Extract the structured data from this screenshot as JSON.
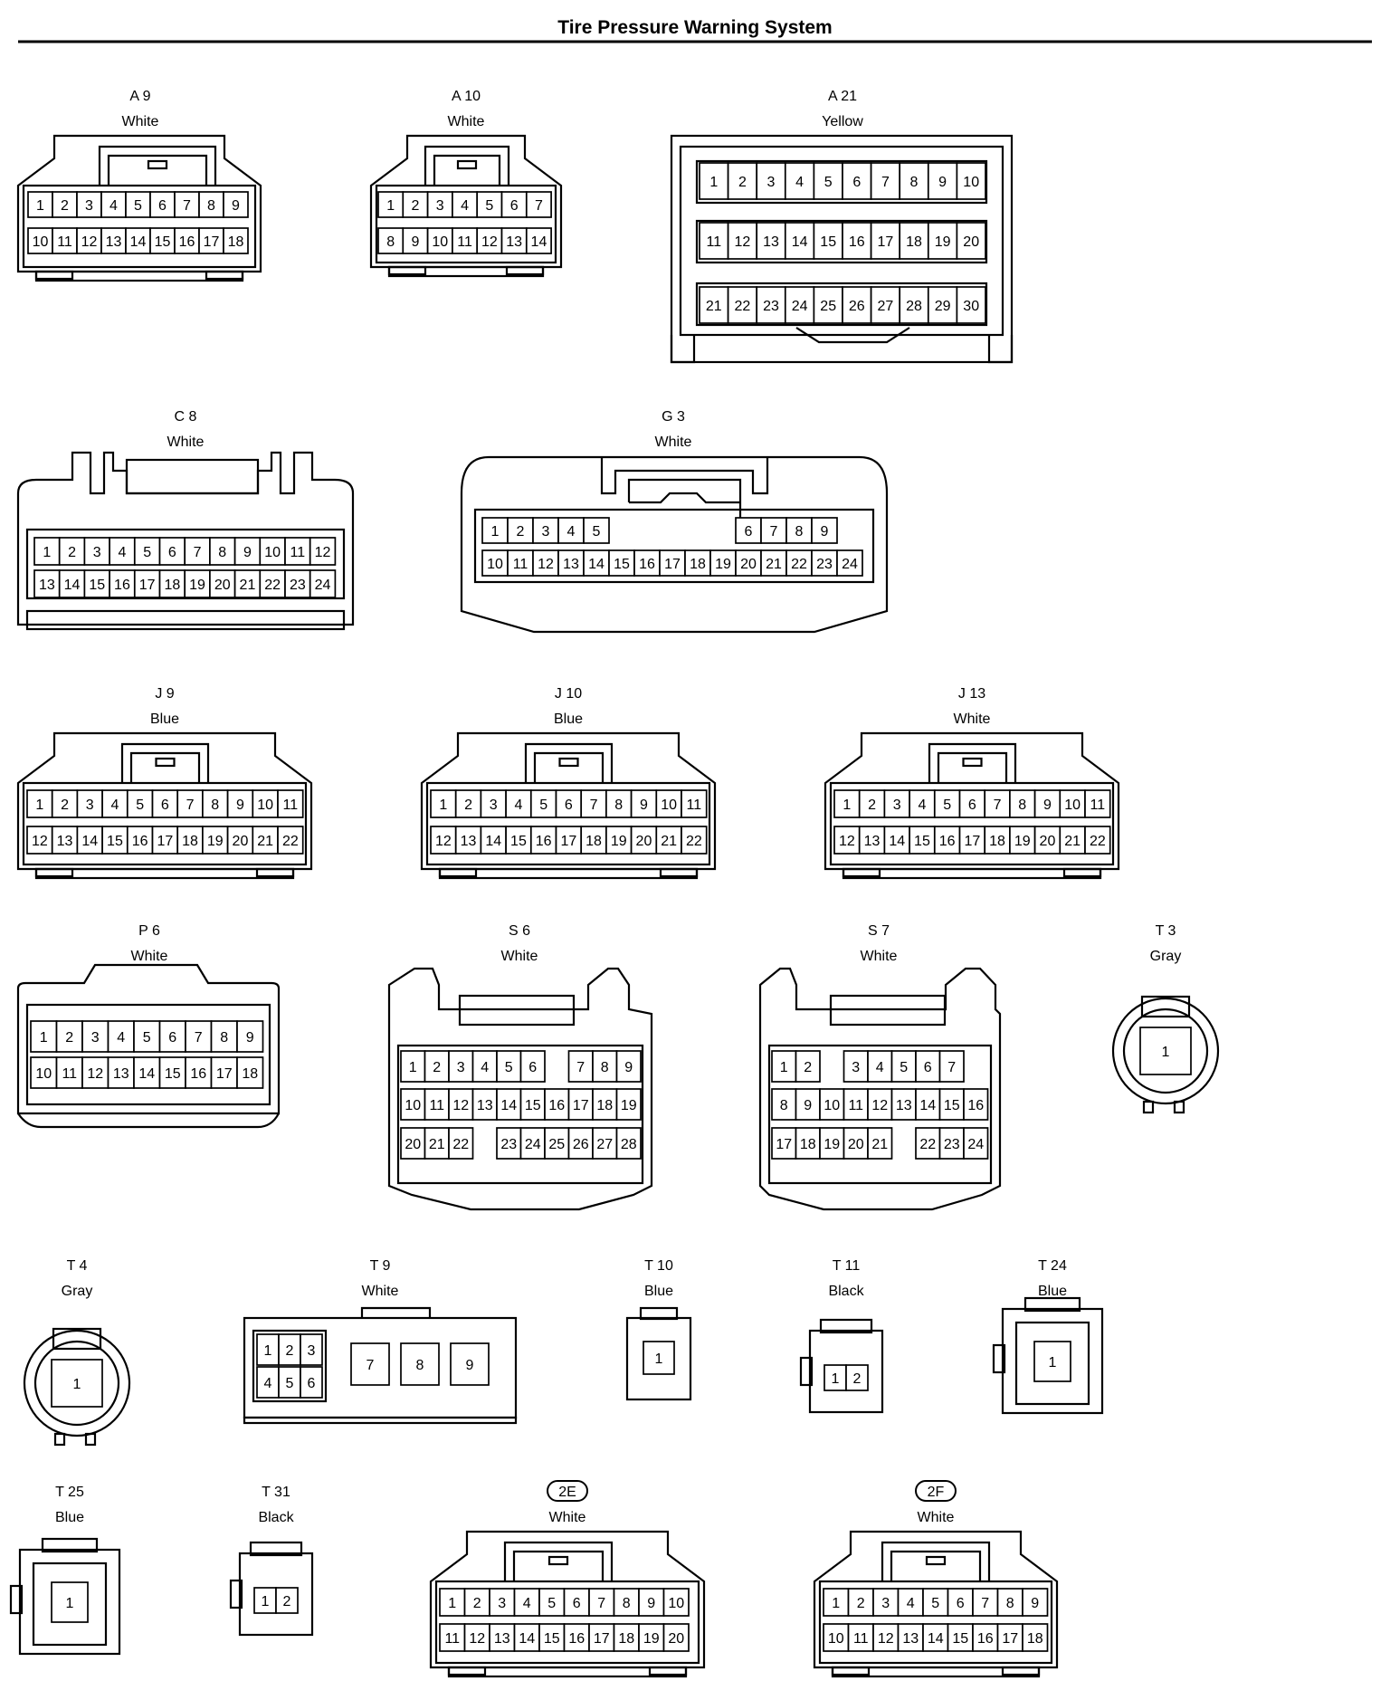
{
  "title": "Tire Pressure Warning System",
  "connectors": [
    {
      "id": "A9",
      "code": "A 9",
      "color": "White",
      "badge": false,
      "rows": [
        [
          "1",
          "2",
          "3",
          "4",
          "5",
          "6",
          "7",
          "8",
          "9"
        ],
        [
          "10",
          "11",
          "12",
          "13",
          "14",
          "15",
          "16",
          "17",
          "18"
        ]
      ]
    },
    {
      "id": "A10",
      "code": "A 10",
      "color": "White",
      "badge": false,
      "rows": [
        [
          "1",
          "2",
          "3",
          "4",
          "5",
          "6",
          "7"
        ],
        [
          "8",
          "9",
          "10",
          "11",
          "12",
          "13",
          "14"
        ]
      ]
    },
    {
      "id": "A21",
      "code": "A 21",
      "color": "Yellow",
      "badge": false,
      "rows": [
        [
          "1",
          "2",
          "3",
          "4",
          "5",
          "6",
          "7",
          "8",
          "9",
          "10"
        ],
        [
          "11",
          "12",
          "13",
          "14",
          "15",
          "16",
          "17",
          "18",
          "19",
          "20"
        ],
        [
          "21",
          "22",
          "23",
          "24",
          "25",
          "26",
          "27",
          "28",
          "29",
          "30"
        ]
      ]
    },
    {
      "id": "C8",
      "code": "C 8",
      "color": "White",
      "badge": false,
      "rows": [
        [
          "1",
          "2",
          "3",
          "4",
          "5",
          "6",
          "7",
          "8",
          "9",
          "10",
          "11",
          "12"
        ],
        [
          "13",
          "14",
          "15",
          "16",
          "17",
          "18",
          "19",
          "20",
          "21",
          "22",
          "23",
          "24"
        ]
      ]
    },
    {
      "id": "G3",
      "code": "G 3",
      "color": "White",
      "badge": false,
      "rows": [
        [
          "1",
          "2",
          "3",
          "4",
          "5",
          "",
          "",
          "",
          "",
          "",
          "6",
          "7",
          "8",
          "9"
        ],
        [
          "10",
          "11",
          "12",
          "13",
          "14",
          "15",
          "16",
          "17",
          "18",
          "19",
          "20",
          "21",
          "22",
          "23",
          "24"
        ]
      ]
    },
    {
      "id": "J9",
      "code": "J 9",
      "color": "Blue",
      "badge": false,
      "rows": [
        [
          "1",
          "2",
          "3",
          "4",
          "5",
          "6",
          "7",
          "8",
          "9",
          "10",
          "11"
        ],
        [
          "12",
          "13",
          "14",
          "15",
          "16",
          "17",
          "18",
          "19",
          "20",
          "21",
          "22"
        ]
      ]
    },
    {
      "id": "J10",
      "code": "J 10",
      "color": "Blue",
      "badge": false,
      "rows": [
        [
          "1",
          "2",
          "3",
          "4",
          "5",
          "6",
          "7",
          "8",
          "9",
          "10",
          "11"
        ],
        [
          "12",
          "13",
          "14",
          "15",
          "16",
          "17",
          "18",
          "19",
          "20",
          "21",
          "22"
        ]
      ]
    },
    {
      "id": "J13",
      "code": "J 13",
      "color": "White",
      "badge": false,
      "rows": [
        [
          "1",
          "2",
          "3",
          "4",
          "5",
          "6",
          "7",
          "8",
          "9",
          "10",
          "11"
        ],
        [
          "12",
          "13",
          "14",
          "15",
          "16",
          "17",
          "18",
          "19",
          "20",
          "21",
          "22"
        ]
      ]
    },
    {
      "id": "P6",
      "code": "P 6",
      "color": "White",
      "badge": false,
      "rows": [
        [
          "1",
          "2",
          "3",
          "4",
          "5",
          "6",
          "7",
          "8",
          "9"
        ],
        [
          "10",
          "11",
          "12",
          "13",
          "14",
          "15",
          "16",
          "17",
          "18"
        ]
      ]
    },
    {
      "id": "S6",
      "code": "S 6",
      "color": "White",
      "badge": false,
      "rows": [
        [
          "1",
          "2",
          "3",
          "4",
          "5",
          "6",
          "",
          "7",
          "8",
          "9"
        ],
        [
          "10",
          "11",
          "12",
          "13",
          "14",
          "15",
          "16",
          "17",
          "18",
          "19"
        ],
        [
          "20",
          "21",
          "22",
          "",
          "23",
          "24",
          "25",
          "26",
          "27",
          "28"
        ]
      ]
    },
    {
      "id": "S7",
      "code": "S 7",
      "color": "White",
      "badge": false,
      "rows": [
        [
          "1",
          "2",
          "",
          "3",
          "4",
          "5",
          "6",
          "7"
        ],
        [
          "8",
          "9",
          "10",
          "11",
          "12",
          "13",
          "14",
          "15",
          "16"
        ],
        [
          "17",
          "18",
          "19",
          "20",
          "21",
          "",
          "22",
          "23",
          "24"
        ]
      ]
    },
    {
      "id": "T3",
      "code": "T 3",
      "color": "Gray",
      "badge": false,
      "rows": [
        [
          "1"
        ]
      ]
    },
    {
      "id": "T4",
      "code": "T 4",
      "color": "Gray",
      "badge": false,
      "rows": [
        [
          "1"
        ]
      ]
    },
    {
      "id": "T9",
      "code": "T 9",
      "color": "White",
      "badge": false,
      "rows": [
        [
          "1",
          "2",
          "3"
        ],
        [
          "4",
          "5",
          "6"
        ],
        [
          "7",
          "8",
          "9"
        ]
      ]
    },
    {
      "id": "T10",
      "code": "T 10",
      "color": "Blue",
      "badge": false,
      "rows": [
        [
          "1"
        ]
      ]
    },
    {
      "id": "T11",
      "code": "T 11",
      "color": "Black",
      "badge": false,
      "rows": [
        [
          "1",
          "2"
        ]
      ]
    },
    {
      "id": "T24",
      "code": "T 24",
      "color": "Blue",
      "badge": false,
      "rows": [
        [
          "1"
        ]
      ]
    },
    {
      "id": "T25",
      "code": "T 25",
      "color": "Blue",
      "badge": false,
      "rows": [
        [
          "1"
        ]
      ]
    },
    {
      "id": "T31",
      "code": "T 31",
      "color": "Black",
      "badge": false,
      "rows": [
        [
          "1",
          "2"
        ]
      ]
    },
    {
      "id": "2E",
      "code": "2E",
      "color": "White",
      "badge": true,
      "rows": [
        [
          "1",
          "2",
          "3",
          "4",
          "5",
          "6",
          "7",
          "8",
          "9",
          "10"
        ],
        [
          "11",
          "12",
          "13",
          "14",
          "15",
          "16",
          "17",
          "18",
          "19",
          "20"
        ]
      ]
    },
    {
      "id": "2F",
      "code": "2F",
      "color": "White",
      "badge": true,
      "rows": [
        [
          "1",
          "2",
          "3",
          "4",
          "5",
          "6",
          "7",
          "8",
          "9"
        ],
        [
          "10",
          "11",
          "12",
          "13",
          "14",
          "15",
          "16",
          "17",
          "18"
        ]
      ]
    }
  ]
}
